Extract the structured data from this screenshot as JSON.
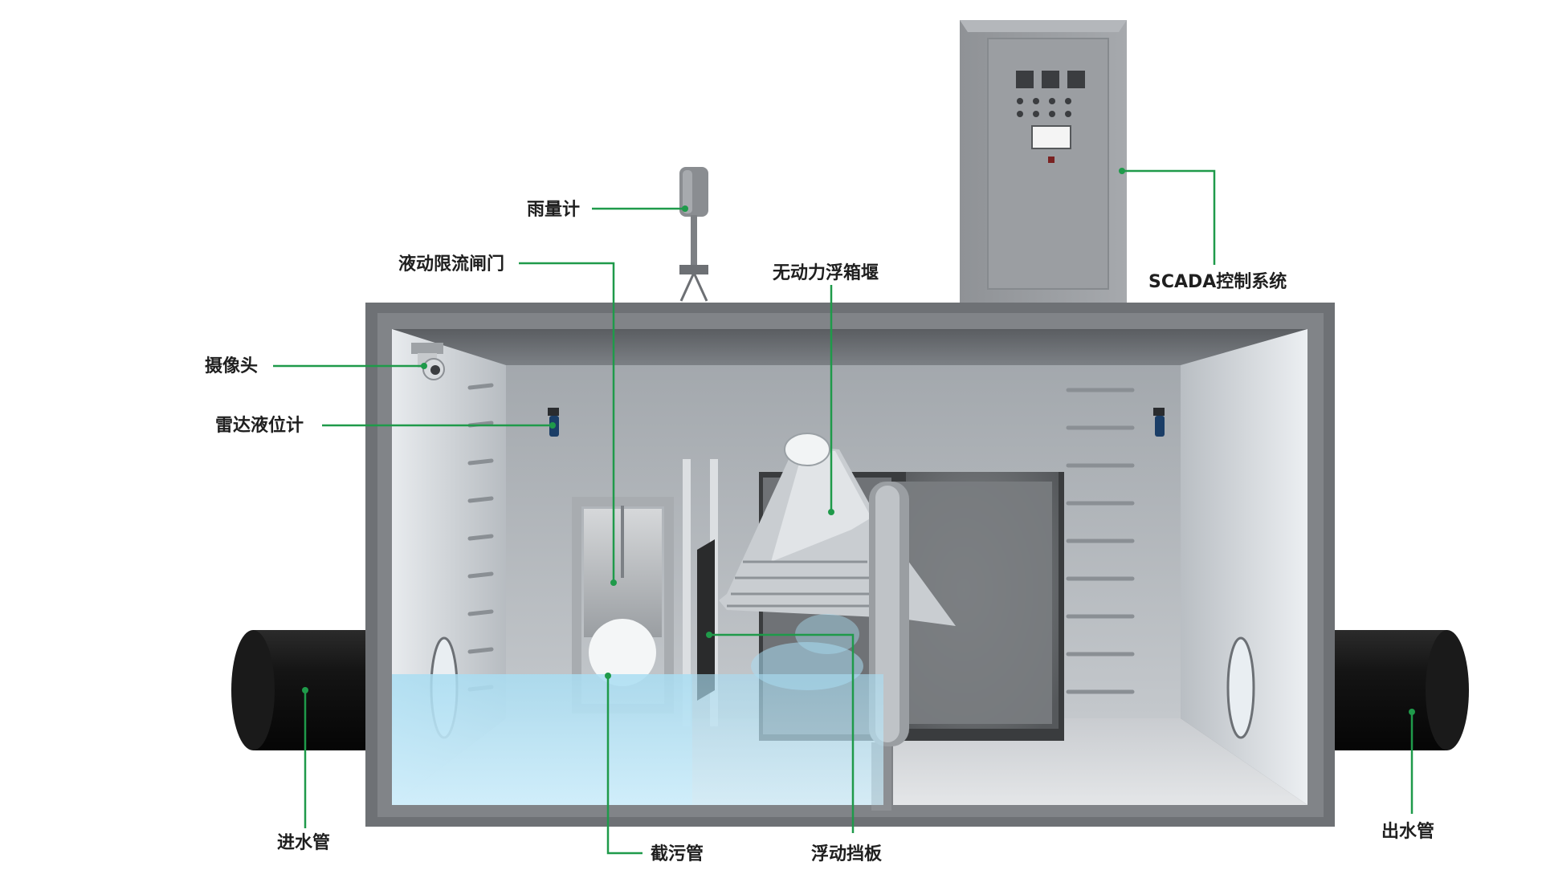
{
  "diagram": {
    "accent_color": "#1f9a4a",
    "water_color": "#a9ddf2",
    "labels": {
      "rain_gauge": "雨量计",
      "hydraulic_gate": "液动限流闸门",
      "float_weir": "无动力浮箱堰",
      "scada": "SCADA控制系统",
      "camera": "摄像头",
      "radar_level": "雷达液位计",
      "inlet_pipe": "进水管",
      "outlet_pipe": "出水管",
      "interception_pipe": "截污管",
      "float_baffle": "浮动挡板"
    }
  }
}
